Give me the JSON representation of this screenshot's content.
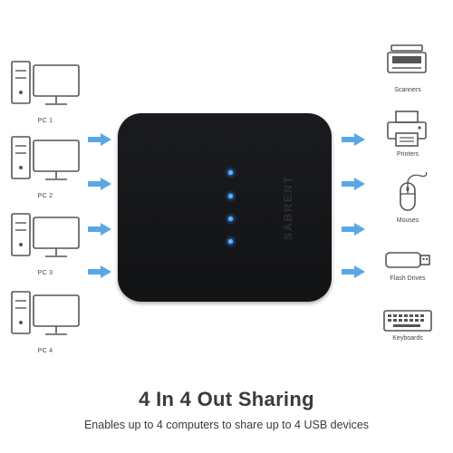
{
  "computers": [
    {
      "label": "PC 1",
      "icon": "desktop-computer-icon"
    },
    {
      "label": "PC 2",
      "icon": "desktop-computer-icon"
    },
    {
      "label": "PC 3",
      "icon": "desktop-computer-icon"
    },
    {
      "label": "PC 4",
      "icon": "desktop-computer-icon"
    }
  ],
  "devices": [
    {
      "label": "Scanners",
      "icon": "scanner-icon"
    },
    {
      "label": "Printers",
      "icon": "printer-icon"
    },
    {
      "label": "Mouses",
      "icon": "mouse-icon"
    },
    {
      "label": "Flash Drives",
      "icon": "flash-drive-icon"
    },
    {
      "label": "Keyboards",
      "icon": "keyboard-icon"
    }
  ],
  "hub": {
    "brand": "SABRENT",
    "led_color": "#5ab4ff"
  },
  "arrow_color": "#5aa7e8",
  "headline": "4 In 4 Out Sharing",
  "subline": "Enables up to 4 computers to share up to 4 USB devices"
}
